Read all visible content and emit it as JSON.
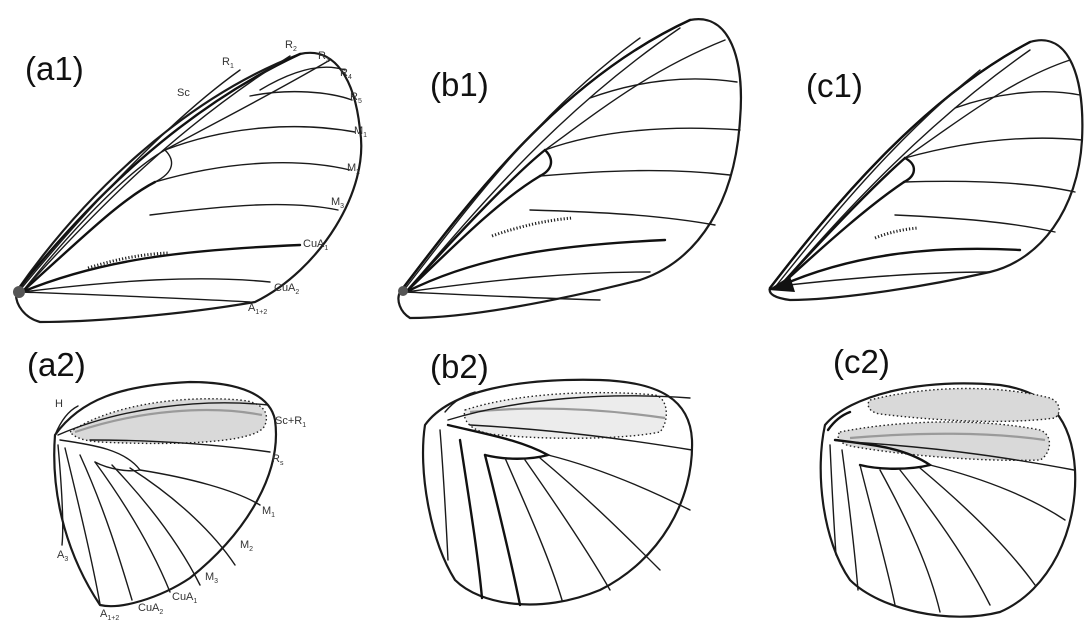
{
  "panels": {
    "a1": "(a1)",
    "b1": "(b1)",
    "c1": "(c1)",
    "a2": "(a2)",
    "b2": "(b2)",
    "c2": "(c2)"
  },
  "forewing_veins": {
    "sc": "Sc",
    "r1": {
      "base": "R",
      "sub": "1"
    },
    "r2": {
      "base": "R",
      "sub": "2"
    },
    "r3": {
      "base": "R",
      "sub": "3"
    },
    "r4": {
      "base": "R",
      "sub": "4"
    },
    "r5": {
      "base": "R",
      "sub": "5"
    },
    "m1": {
      "base": "M",
      "sub": "1"
    },
    "m2": {
      "base": "M",
      "sub": "2"
    },
    "m3": {
      "base": "M",
      "sub": "3"
    },
    "cua1": {
      "base": "CuA",
      "sub": "1"
    },
    "cua2": {
      "base": "CuA",
      "sub": "2"
    },
    "a12": {
      "base": "A",
      "sub": "1+2"
    }
  },
  "hindwing_veins": {
    "h": "H",
    "scr1": {
      "base": "Sc+R",
      "sub": "1"
    },
    "rs": {
      "base": "R",
      "sub": "s"
    },
    "m1": {
      "base": "M",
      "sub": "1"
    },
    "m2": {
      "base": "M",
      "sub": "2"
    },
    "m3": {
      "base": "M",
      "sub": "3"
    },
    "cua1": {
      "base": "CuA",
      "sub": "1"
    },
    "cua2": {
      "base": "CuA",
      "sub": "2"
    },
    "a12": {
      "base": "A",
      "sub": "1+2"
    },
    "a3": {
      "base": "A",
      "sub": "3"
    }
  }
}
